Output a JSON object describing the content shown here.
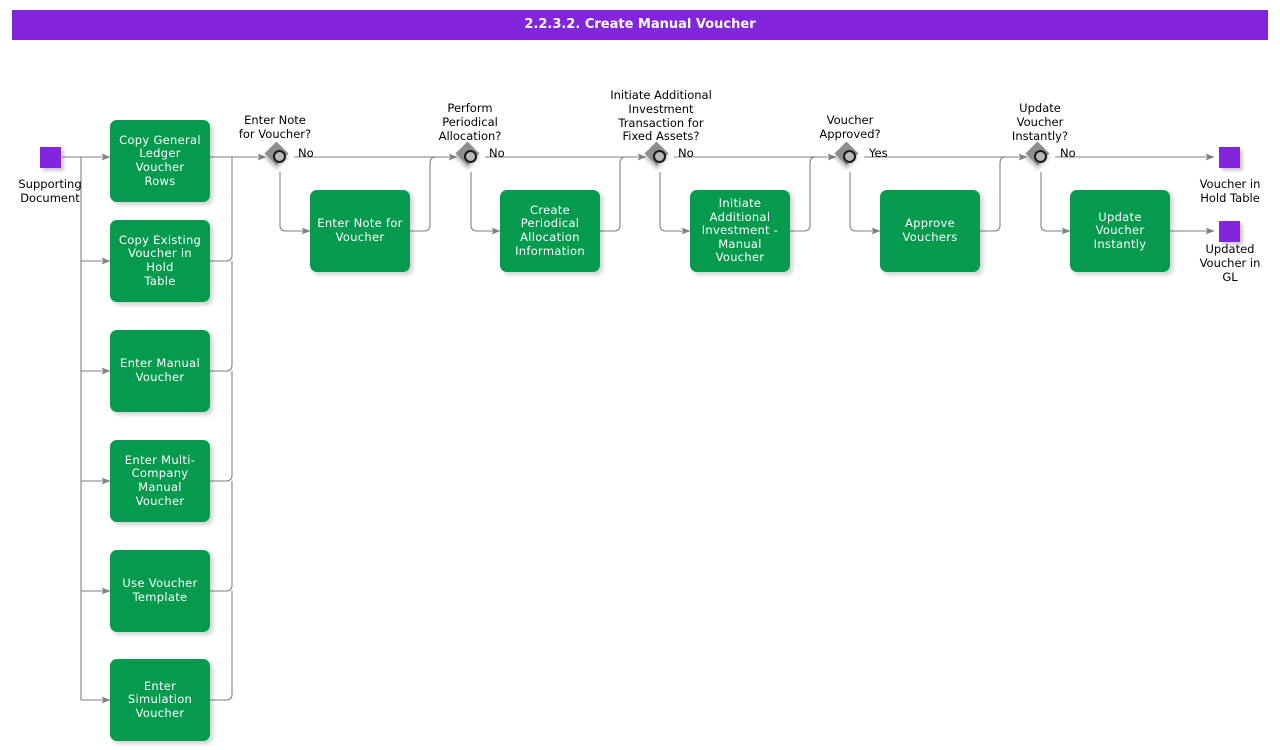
{
  "header": {
    "title": "2.2.3.2. Create Manual Voucher",
    "bg_color": "#8225dd",
    "text_color": "#ffffff"
  },
  "theme": {
    "process_color": "#069a4e",
    "terminator_color": "#8225dd",
    "gateway_color": "#8d8d8d",
    "connector_color": "#808080",
    "background": "#ffffff"
  },
  "diagram": {
    "type": "flowchart",
    "start_nodes": [
      {
        "id": "supporting-document",
        "label": "Supporting\nDocument",
        "kind": "terminator"
      }
    ],
    "end_nodes": [
      {
        "id": "voucher-in-hold-table",
        "label": "Voucher in\nHold Table",
        "kind": "terminator"
      },
      {
        "id": "updated-voucher-in-gl",
        "label": "Updated\nVoucher in\nGL",
        "kind": "terminator"
      }
    ],
    "entry_processes": [
      {
        "id": "copy-general-ledger-voucher-rows",
        "label": "Copy General\nLedger Voucher\nRows"
      },
      {
        "id": "copy-existing-voucher-in-hold-table",
        "label": "Copy Existing\nVoucher in Hold\nTable"
      },
      {
        "id": "enter-manual-voucher",
        "label": "Enter Manual\nVoucher"
      },
      {
        "id": "enter-multi-company-manual-voucher",
        "label": "Enter Multi-\nCompany\nManual Voucher"
      },
      {
        "id": "use-voucher-template",
        "label": "Use Voucher\nTemplate"
      },
      {
        "id": "enter-simulation-voucher",
        "label": "Enter Simulation\nVoucher"
      }
    ],
    "decisions": [
      {
        "id": "enter-note-for-voucher-decision",
        "label": "Enter Note\nfor Voucher?",
        "branch_label": "No"
      },
      {
        "id": "perform-periodical-allocation-decision",
        "label": "Perform\nPeriodical\nAllocation?",
        "branch_label": "No"
      },
      {
        "id": "initiate-additional-investment-decision",
        "label": "Initiate Additional\nInvestment\nTransaction for\nFixed Assets?",
        "branch_label": "No"
      },
      {
        "id": "voucher-approved-decision",
        "label": "Voucher\nApproved?",
        "branch_label": "Yes"
      },
      {
        "id": "update-voucher-instantly-decision",
        "label": "Update\nVoucher\nInstantly?",
        "branch_label": "No"
      }
    ],
    "branch_processes": [
      {
        "id": "enter-note-for-voucher",
        "label": "Enter Note for\nVoucher"
      },
      {
        "id": "create-periodical-allocation-information",
        "label": "Create\nPeriodical\nAllocation\nInformation"
      },
      {
        "id": "initiate-additional-investment-manual-voucher",
        "label": "Initiate\nAdditional\nInvestment -\nManual\nVoucher"
      },
      {
        "id": "approve-vouchers",
        "label": "Approve\nVouchers"
      },
      {
        "id": "update-voucher-instantly",
        "label": "Update Voucher\nInstantly"
      }
    ]
  }
}
